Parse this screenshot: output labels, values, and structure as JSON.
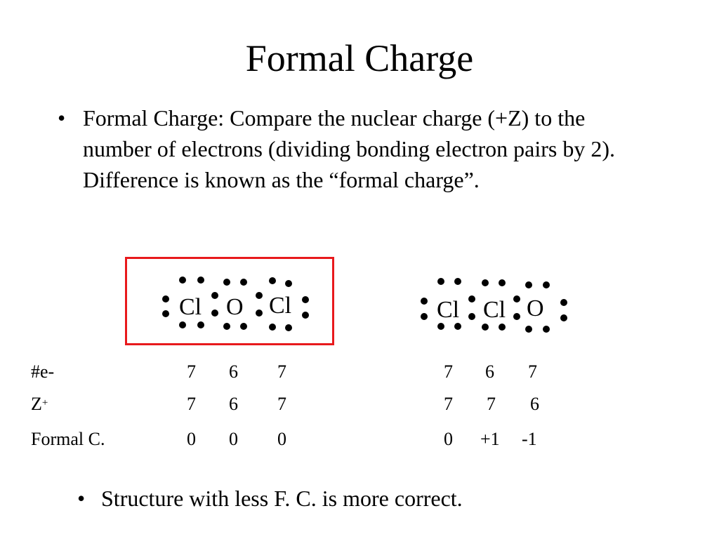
{
  "title": "Formal Charge",
  "bullets": {
    "marker": "•",
    "first": "Formal Charge:  Compare the nuclear charge (+Z) to the number of electrons (dividing bonding electron pairs by 2).  Difference is known as the “formal charge”.",
    "second": "Structure with less F. C. is more correct."
  },
  "structures": {
    "left": [
      "Cl",
      "O",
      "Cl"
    ],
    "right": [
      "Cl",
      "Cl",
      "O"
    ]
  },
  "table": {
    "electrons_label": "#e-",
    "z_label_base": "Z",
    "z_label_sup": "+",
    "fc_label": "Formal C.",
    "left": {
      "electrons": [
        "7",
        "6",
        "7"
      ],
      "z": [
        "7",
        "6",
        "7"
      ],
      "fc": [
        "0",
        "0",
        "0"
      ]
    },
    "right": {
      "electrons": [
        "7",
        "6",
        "7"
      ],
      "z": [
        "7",
        "7",
        "6"
      ],
      "fc": [
        "0",
        "+1",
        "-1"
      ]
    }
  },
  "colors": {
    "highlight_box": "#e8191c",
    "text": "#000000"
  }
}
